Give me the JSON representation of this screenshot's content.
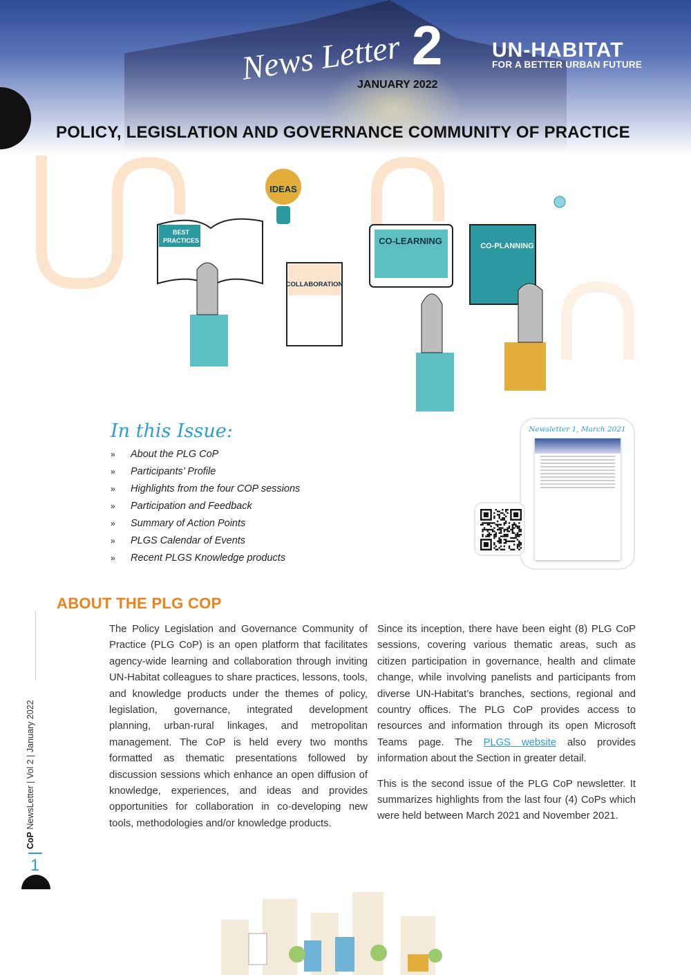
{
  "header": {
    "newsletter_script": "News Letter",
    "issue_number": "2",
    "date": "JANUARY 2022",
    "org_name": "UN-HABITAT",
    "org_tagline": "FOR A BETTER URBAN FUTURE",
    "title": "POLICY, LEGISLATION AND GOVERNANCE COMMUNITY OF PRACTICE"
  },
  "illustration": {
    "labels": {
      "ideas": "IDEAS",
      "best_practices_1": "BEST",
      "best_practices_2": "PRACTICES",
      "collaboration": "COLLABORATION",
      "co_learning": "CO-LEARNING",
      "co_planning": "CO-PLANNING"
    }
  },
  "issue": {
    "heading": "In this Issue:",
    "bullet": "»",
    "items": [
      "About the PLG CoP",
      "Participants’ Profile",
      "Highlights from the four COP sessions",
      "Participation and Feedback",
      "Summary of Action Points",
      "PLGS Calendar of Events",
      "Recent PLGS Knowledge products"
    ]
  },
  "previous": {
    "caption": "Newsletter 1, March 2021"
  },
  "about": {
    "heading": "ABOUT THE PLG COP",
    "left": "The Policy Legislation and Governance Community of Practice (PLG CoP) is an open platform that facilitates agency-wide learning and collaboration through inviting UN-Habitat colleagues to share practices, lessons, tools, and knowledge products under the themes of policy, legislation, governance, integrated development planning, urban-rural linkages, and metropolitan management. The CoP is held every two months formatted as thematic presentations followed by discussion sessions which enhance an open diffusion of knowledge, experiences, and ideas and provides opportunities for collaboration in co-developing new tools, methodologies and/or knowledge products.",
    "right1a": "Since its inception, there have been eight (8) PLG CoP sessions, covering various thematic areas, such as citizen participation in governance, health and climate change, while involving panelists and participants from diverse UN-Habitat’s branches, sections, regional and country offices. The PLG CoP provides access to resources and information through its open Microsoft Teams page. The ",
    "link": "PLGS website",
    "right1b": " also provides information about the Section in greater detail.",
    "right2": "This is the second issue of the PLG CoP newsletter. It summarizes highlights from the last four (4) CoPs which were held between March 2021 and November 2021."
  },
  "sidebar": {
    "brand": "CoP",
    "text": " NewsLetter | Vol 2 | January 2022",
    "page": "1"
  },
  "colors": {
    "accent_orange": "#f08119",
    "accent_blue": "#2a9fd6",
    "teal": "#2a9aa0",
    "gold": "#e2ad3b"
  }
}
